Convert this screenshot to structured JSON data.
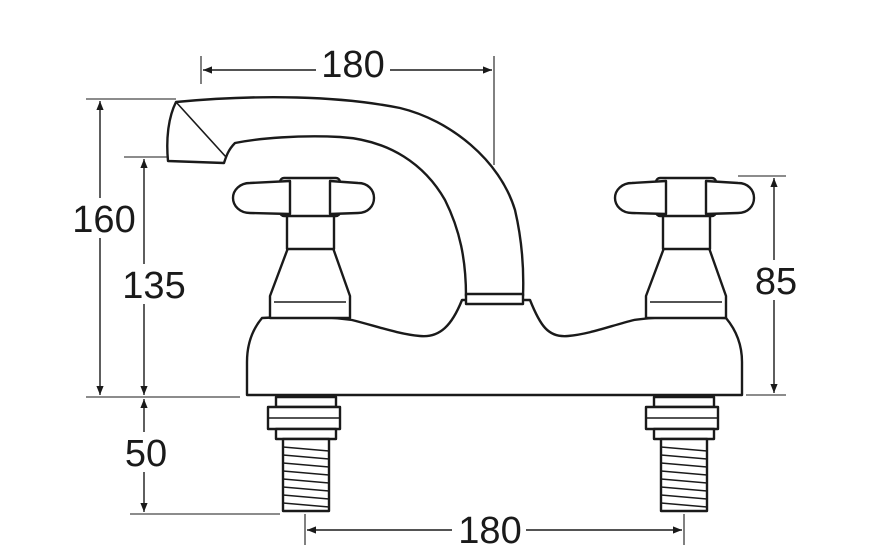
{
  "dimensions": {
    "spout_reach": "180",
    "overall_height": "160",
    "spout_height": "135",
    "handle_height": "85",
    "tail_length": "50",
    "tap_centres": "180"
  }
}
